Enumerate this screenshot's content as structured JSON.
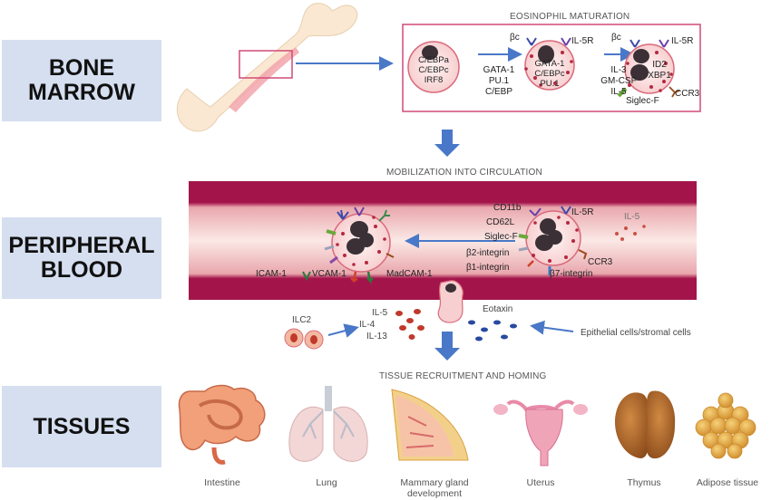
{
  "stages": {
    "bone_marrow": [
      "BONE",
      "MARROW"
    ],
    "peripheral_blood": [
      "PERIPHERAL",
      "BLOOD"
    ],
    "tissues": [
      "TISSUES"
    ]
  },
  "maturation": {
    "title": "EOSINOPHIL MATURATION",
    "cell1_factors": [
      "C/EBPa",
      "C/EBPc",
      "IRF8"
    ],
    "arrow1_factors": [
      "GATA-1",
      "PU.1",
      "C/EBP"
    ],
    "cell2_factors": [
      "GATA-1",
      "C/EBPc",
      "PU.1"
    ],
    "cell2_receptors": [
      "βc",
      "IL-5R"
    ],
    "arrow2_factors": [
      "IL-3",
      "GM-CSF",
      "IL-5"
    ],
    "cell3_factors": [
      "ID2",
      "XBP1"
    ],
    "cell3_receptors": [
      "βc",
      "IL-5R",
      "CCR3",
      "Siglec-F"
    ]
  },
  "mobilization_title": "MOBILIZATION INTO CIRCULATION",
  "blood": {
    "adhesion": [
      "ICAM-1",
      "VCAM-1",
      "MadCAM-1"
    ],
    "cell_markers_left": [
      "CD11b",
      "CD62L",
      "Siglec-F",
      "β2-integrin",
      "β1-integrin"
    ],
    "cell_markers_right": [
      "IL-5R",
      "CCR3",
      "β7-integrin"
    ],
    "il5": "IL-5"
  },
  "recruitment": {
    "ilc2": "ILC2",
    "cytokines": [
      "IL-5",
      "IL-4",
      "IL-13"
    ],
    "eotaxin": "Eotaxin",
    "source": "Epithelial cells/stromal cells"
  },
  "tissues_title": "TISSUE RECRUITMENT AND HOMING",
  "organs": [
    "Intestine",
    "Lung",
    "Mammary gland development",
    "Uterus",
    "Thymus",
    "Adipose tissue"
  ],
  "colors": {
    "stage_bg": "#d5dff0",
    "arrow": "#4a78c8",
    "vessel": "#a3154a",
    "cell_border": "#d96a7c",
    "granule": "#b3283f"
  }
}
